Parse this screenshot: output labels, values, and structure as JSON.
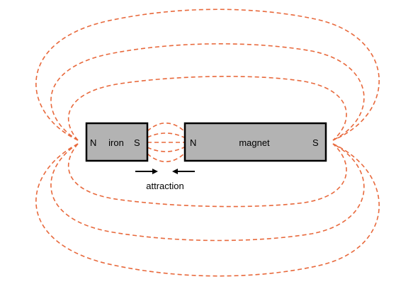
{
  "colors": {
    "field_line": "#e8693c",
    "bar_fill": "#b3b3b3",
    "bar_stroke": "#000000",
    "text": "#000000",
    "background": "#ffffff"
  },
  "iron": {
    "left_pole": "N",
    "name": "iron",
    "right_pole": "S"
  },
  "magnet": {
    "left_pole": "N",
    "name": "magnet",
    "right_pole": "S"
  },
  "force": {
    "label": "attraction"
  },
  "icons": {
    "left_arrow": "arrow-right-icon",
    "right_arrow": "arrow-left-icon"
  }
}
